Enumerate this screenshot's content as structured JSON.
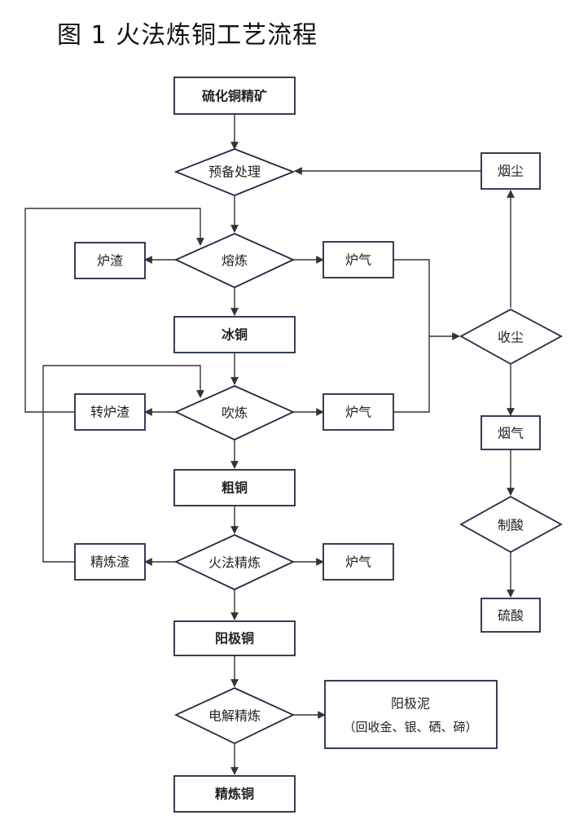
{
  "title": "图 1  火法炼铜工艺流程",
  "nodes": {
    "concentrate": "硫化铜精矿",
    "pretreat": "预备处理",
    "dust": "烟尘",
    "smelting": "熔炼",
    "slag1": "炉渣",
    "gas1": "炉气",
    "matte": "冰铜",
    "collect": "收尘",
    "converting": "吹炼",
    "slag2": "转炉渣",
    "gas2": "炉气",
    "flue_gas": "烟气",
    "blister": "粗铜",
    "acid_making": "制酸",
    "fire_refining": "火法精炼",
    "slag3": "精炼渣",
    "gas3": "炉气",
    "sulfuric_acid": "硫酸",
    "anode": "阳极铜",
    "electrorefining": "电解精炼",
    "slime_line1": "阳极泥",
    "slime_line2": "（回收金、银、硒、碲）",
    "refined": "精炼铜"
  },
  "colors": {
    "box_border": "#1f2a44",
    "arrow": "#333333",
    "text": "#222222"
  }
}
